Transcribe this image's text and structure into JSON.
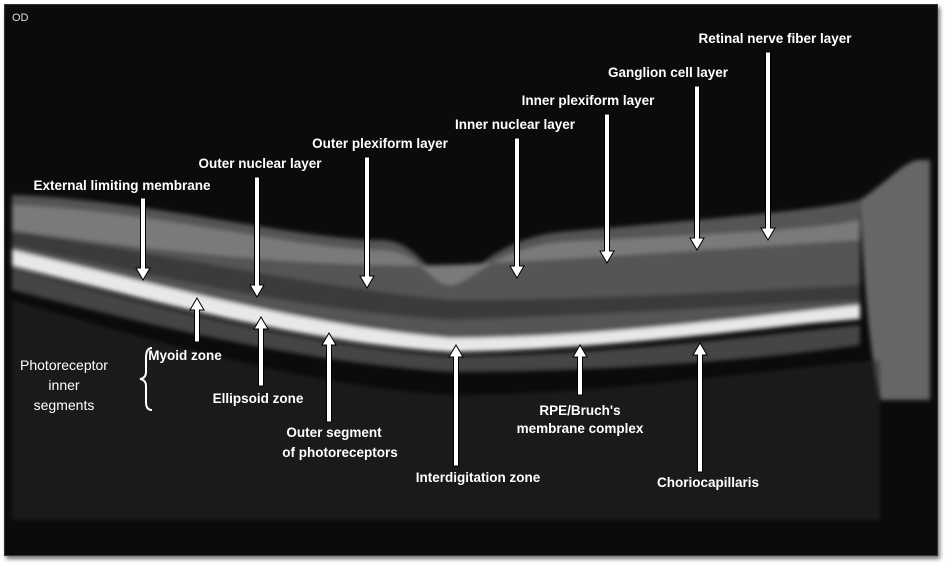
{
  "eye": "OD",
  "labels": {
    "rnfl": "Retinal nerve fiber layer",
    "gcl": "Ganglion cell layer",
    "ipl": "Inner plexiform layer",
    "inl": "Inner nuclear layer",
    "opl": "Outer plexiform layer",
    "onl": "Outer nuclear layer",
    "elm": "External limiting membrane",
    "myoid": "Myoid zone",
    "ellipsoid": "Ellipsoid zone",
    "outer_segment_1": "Outer segment",
    "outer_segment_2": "of photoreceptors",
    "interdigitation": "Interdigitation zone",
    "rpe_1": "RPE/Bruch's",
    "rpe_2": "membrane complex",
    "choriocapillaris": "Choriocapillaris",
    "pis_1": "Photoreceptor",
    "pis_2": "inner",
    "pis_3": "segments"
  }
}
